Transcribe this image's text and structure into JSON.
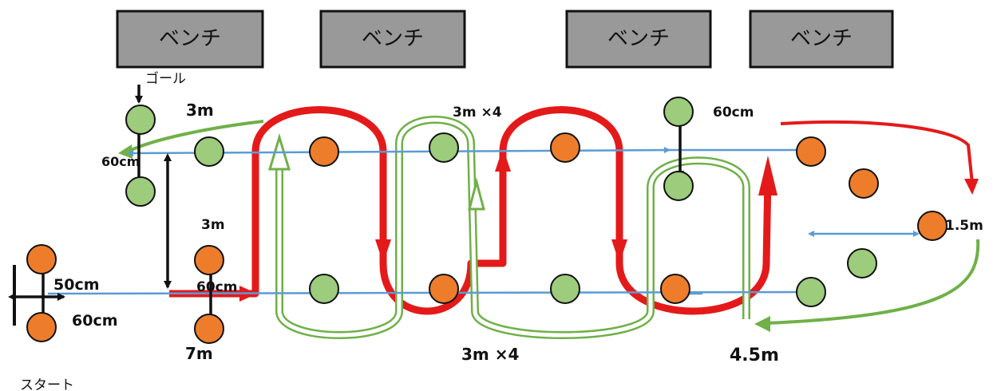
{
  "benches": [
    "ベンチ",
    "ベンチ",
    "ベンチ",
    "ベンチ"
  ],
  "labels": {
    "goal": "ゴール",
    "start": "スタート",
    "d_3m_top": "3m",
    "d_60cm_goal": "60cm",
    "d_3m_mid": "3m",
    "d_50cm": "50cm",
    "d_60cm_start": "60cm",
    "d_60cm_overlap": "60cm",
    "d_7m": "7m",
    "d_3mx4_top": "3m ×4",
    "d_3mx4_bottom": "3m ×4",
    "d_60cm_right": "60cm",
    "d_4_5m": "4.5m",
    "d_1_5m": "1.5m"
  },
  "colors": {
    "bench": "#999999",
    "cone_green": "#9ccc7c",
    "cone_orange": "#ee7d2b",
    "path_red": "#e41a1a",
    "path_green": "#6fb048",
    "measure_blue": "#5b9bd5"
  }
}
